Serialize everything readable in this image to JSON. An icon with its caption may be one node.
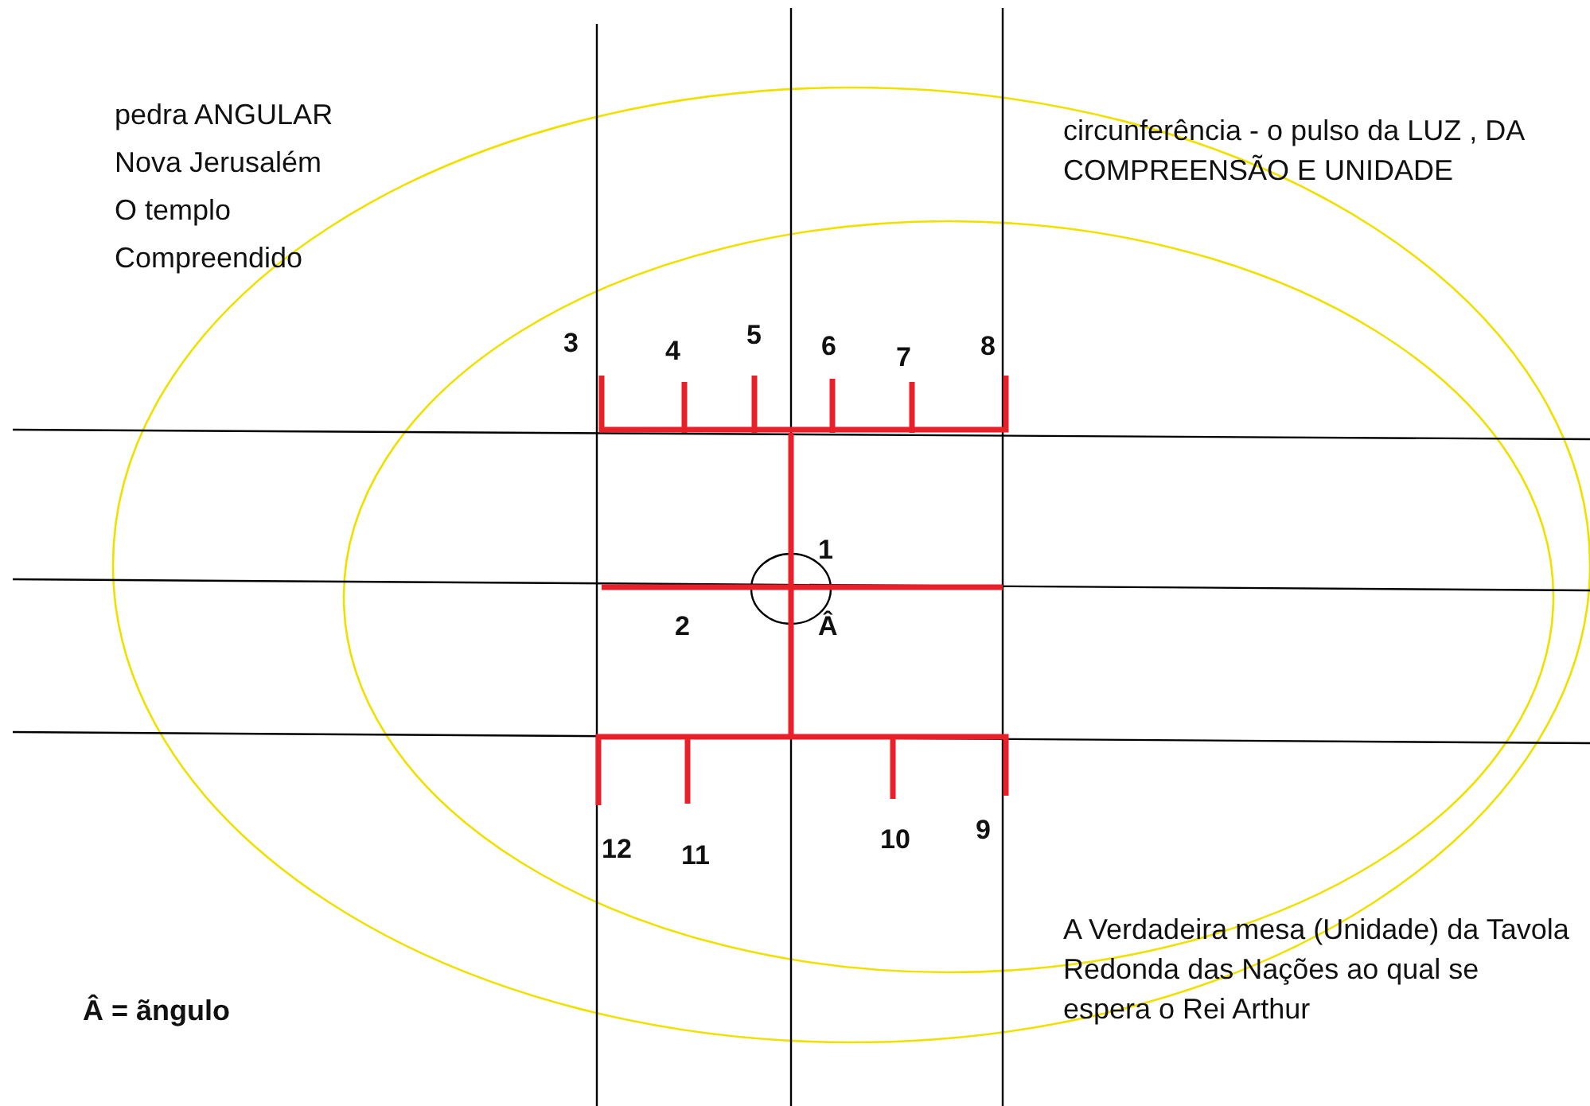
{
  "diagram": {
    "labels": [
      "pedra ANGULAR",
      "Nova Jerusalém",
      "O templo",
      "Compreendido",
      "circunferência - o pulso da LUZ , DA COMPREENSÃO E UNIDADE",
      "3",
      "4",
      "5",
      "6",
      "7",
      "8",
      "1",
      "2",
      "Â",
      "12",
      "11",
      "10",
      "9",
      "A Verdadeira mesa (Unidade) da Tavola Redonda das Nações ao qual se espera o Rei Arthur",
      "Â = ãngulo"
    ]
  }
}
